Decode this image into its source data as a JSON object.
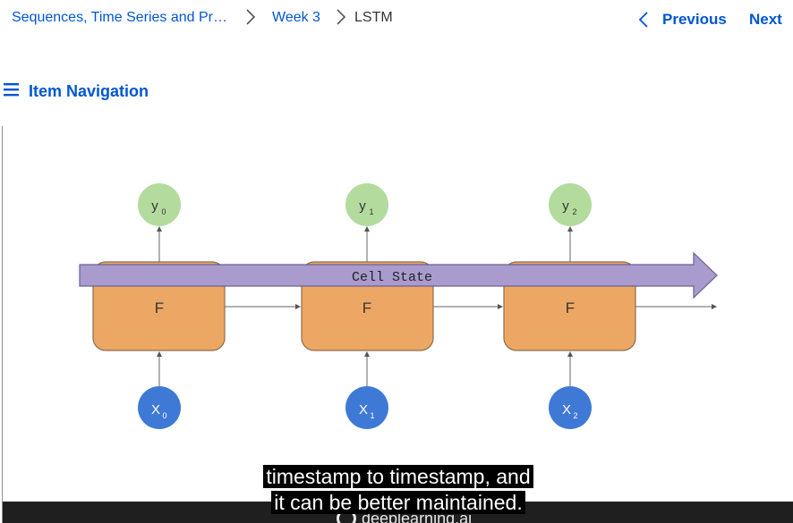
{
  "breadcrumb": {
    "course": "Sequences, Time Series and Pr…",
    "week": "Week 3",
    "current": "LSTM"
  },
  "nav": {
    "previous_label": "Previous",
    "next_label": "Next"
  },
  "item_navigation": {
    "label": "Item Navigation"
  },
  "diagram": {
    "cell_state_label": "Cell State",
    "cells": [
      {
        "label": "F",
        "output": "y",
        "output_sub": "0",
        "input": "X",
        "input_sub": "0"
      },
      {
        "label": "F",
        "output": "y",
        "output_sub": "1",
        "input": "X",
        "input_sub": "1"
      },
      {
        "label": "F",
        "output": "y",
        "output_sub": "2",
        "input": "X",
        "input_sub": "2"
      }
    ],
    "colors": {
      "cell": "#eca764",
      "output_node": "#b3db9d",
      "input_node": "#3f79d6",
      "cell_state_arrow": "#a99bce"
    }
  },
  "caption": {
    "line1": "timestamp to timestamp, and",
    "line2": "it can be better maintained."
  },
  "watermark": {
    "text": "deeplearning.ai"
  }
}
